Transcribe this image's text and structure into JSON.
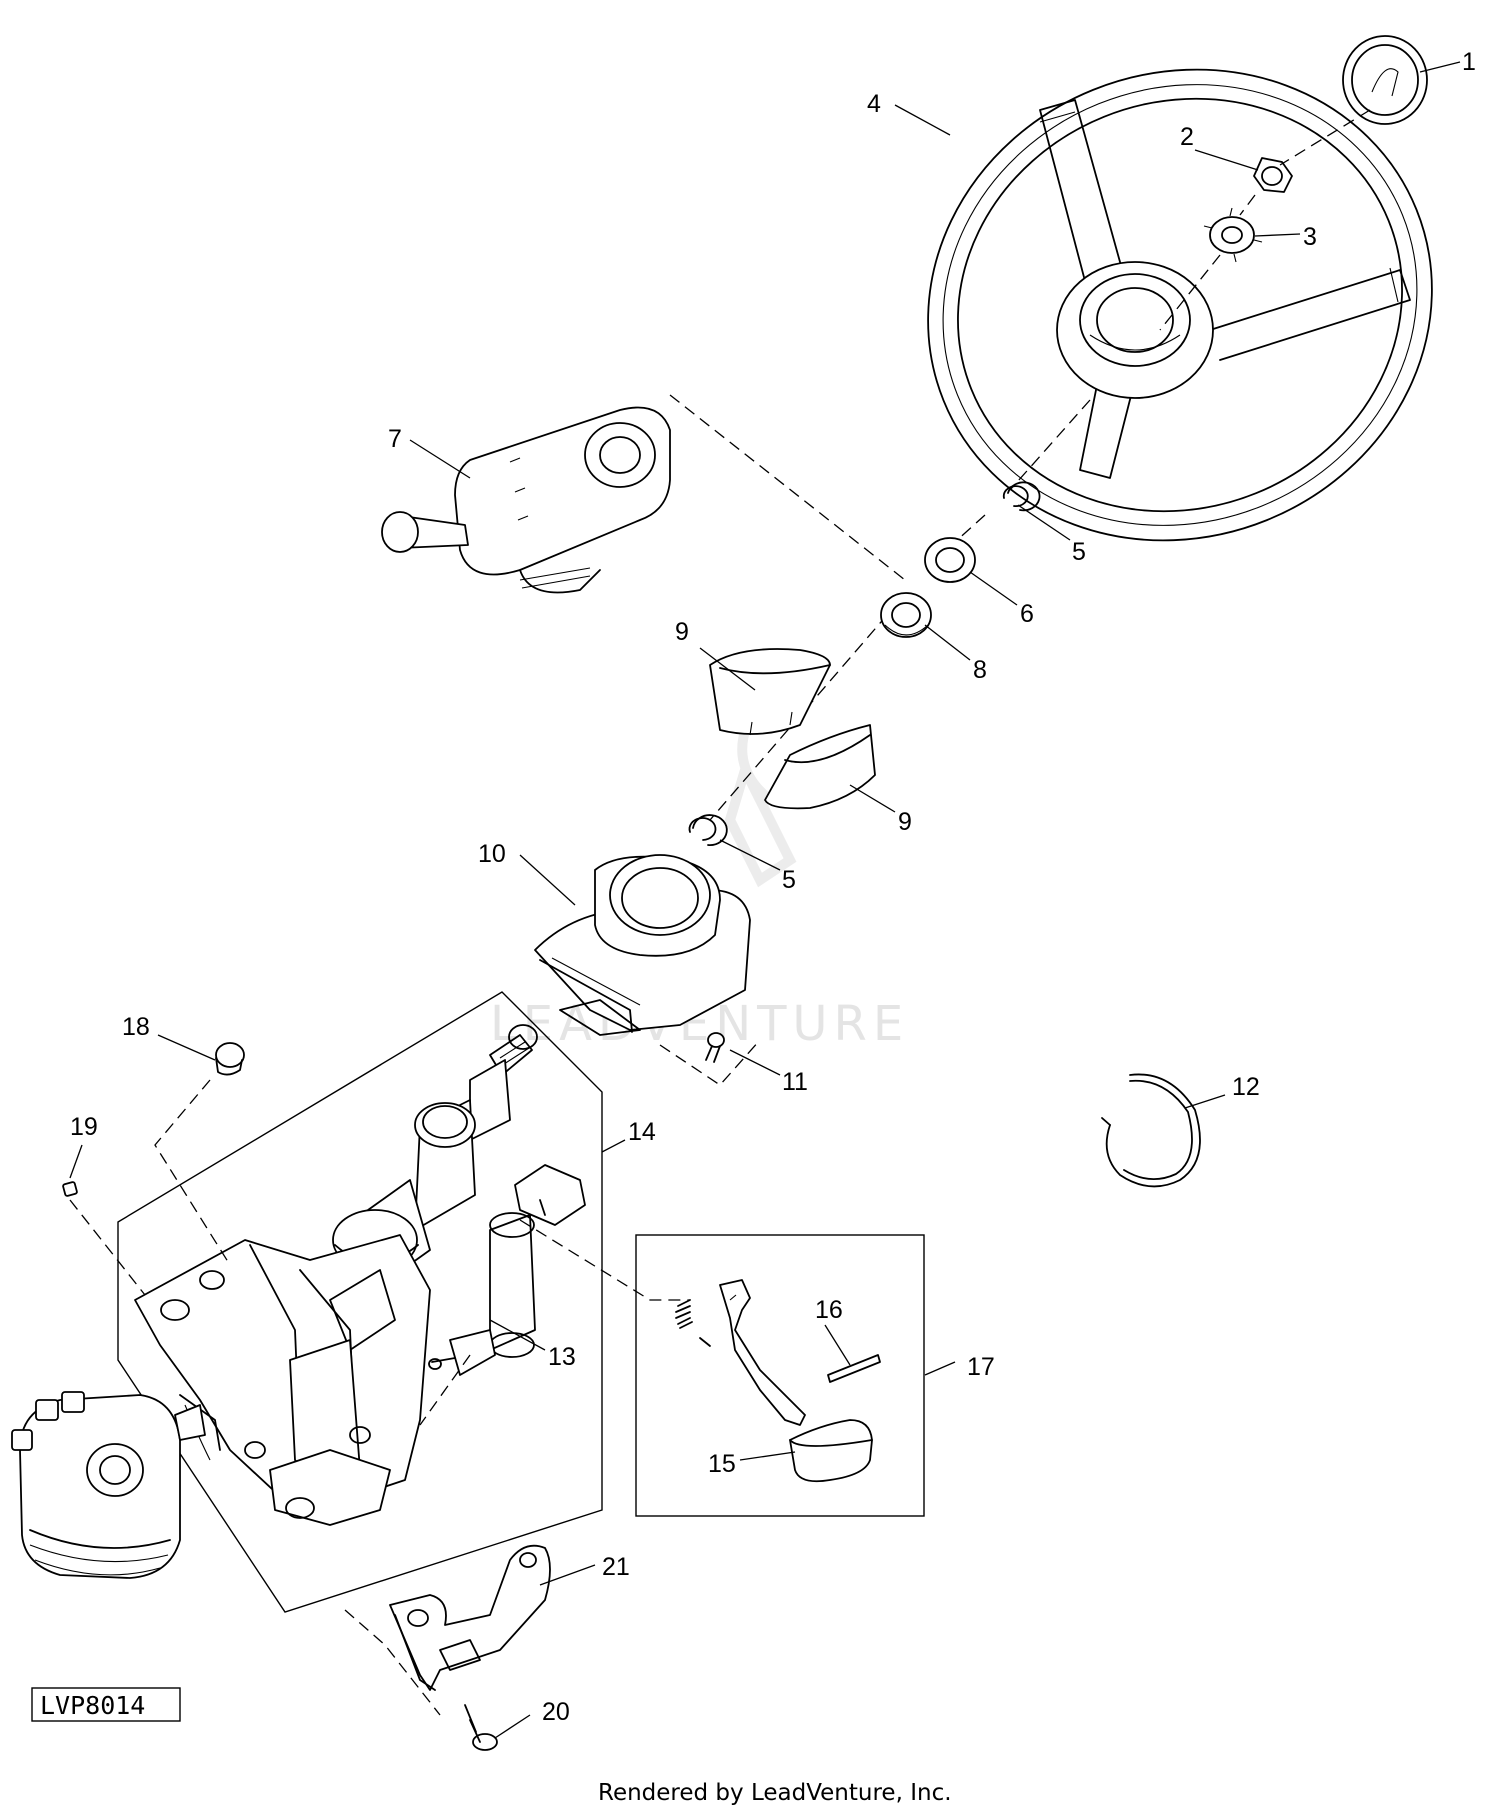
{
  "diagram": {
    "callouts": [
      {
        "id": "1",
        "label": "1"
      },
      {
        "id": "2",
        "label": "2"
      },
      {
        "id": "3",
        "label": "3"
      },
      {
        "id": "4",
        "label": "4"
      },
      {
        "id": "5a",
        "label": "5"
      },
      {
        "id": "6",
        "label": "6"
      },
      {
        "id": "7",
        "label": "7"
      },
      {
        "id": "8",
        "label": "8"
      },
      {
        "id": "9a",
        "label": "9"
      },
      {
        "id": "9b",
        "label": "9"
      },
      {
        "id": "5b",
        "label": "5"
      },
      {
        "id": "10",
        "label": "10"
      },
      {
        "id": "11",
        "label": "11"
      },
      {
        "id": "12",
        "label": "12"
      },
      {
        "id": "14",
        "label": "14"
      },
      {
        "id": "18",
        "label": "18"
      },
      {
        "id": "19",
        "label": "19"
      },
      {
        "id": "13",
        "label": "13"
      },
      {
        "id": "16",
        "label": "16"
      },
      {
        "id": "17",
        "label": "17"
      },
      {
        "id": "15",
        "label": "15"
      },
      {
        "id": "21",
        "label": "21"
      },
      {
        "id": "20",
        "label": "20"
      }
    ],
    "reference_code": "LVP8014",
    "watermark": "LEADVENTURE",
    "footer": "Rendered by LeadVenture, Inc."
  }
}
